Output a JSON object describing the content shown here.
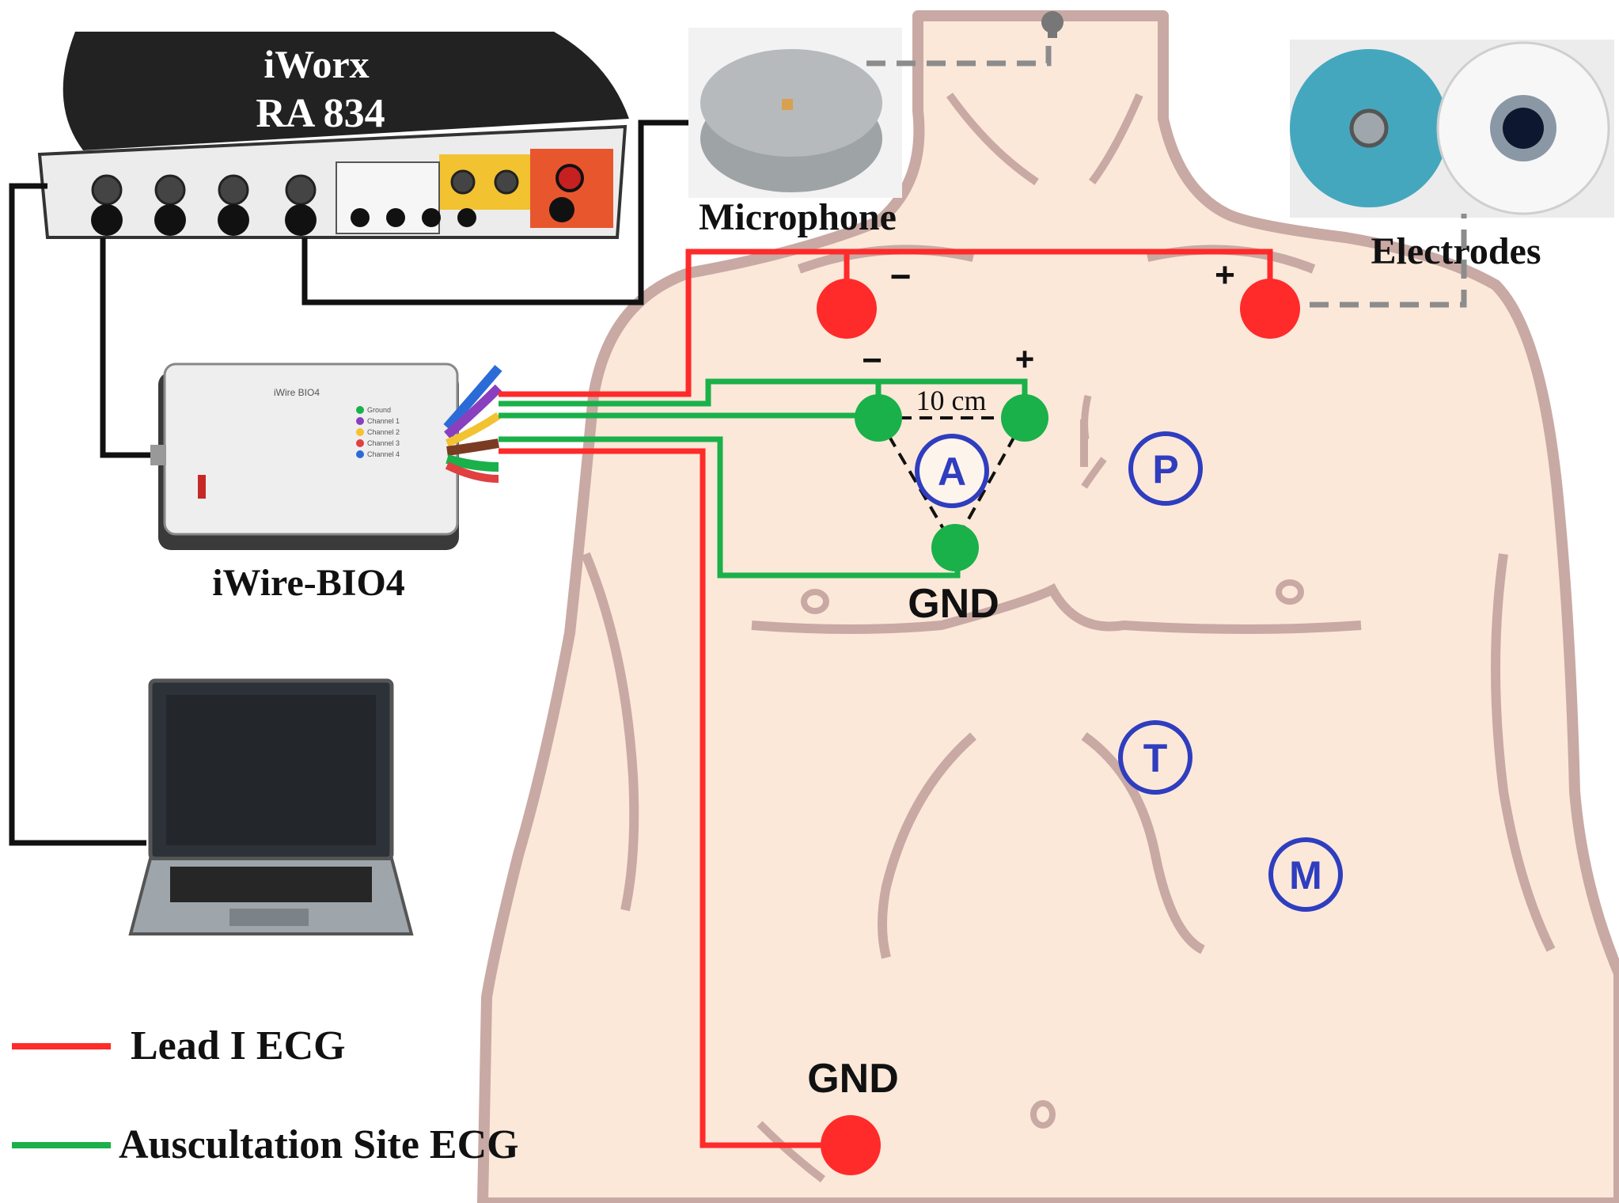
{
  "devices": {
    "daq_title_line1": "iWorx",
    "daq_title_line2": "RA 834",
    "amp_label": "iWire-BIO4",
    "amp_face_text": "iWire BIO4",
    "amp_legend": [
      "Ground",
      "Channel 1",
      "Channel 2",
      "Channel 3",
      "Channel 4"
    ],
    "microphone_label": "Microphone",
    "electrodes_label": "Electrodes"
  },
  "annotations": {
    "lead1_neg": "−",
    "lead1_pos": "+",
    "site_neg": "−",
    "site_pos": "+",
    "distance": "10 cm",
    "gnd_chest": "GND",
    "gnd_abdomen": "GND"
  },
  "auscultation_sites": {
    "aortic": "A",
    "pulmonic": "P",
    "tricuspid": "T",
    "mitral": "M"
  },
  "legend": {
    "lead1": "Lead I ECG",
    "site_ecg": "Auscultation Site ECG"
  },
  "colors": {
    "lead1": "#ff2a2a",
    "site_ecg": "#1ab04a",
    "site_circle": "#2f3dbf",
    "skin": "#fbe8d9",
    "body_outline": "#c9a9a4",
    "cable": "#111111",
    "dashed": "#8c8c8c"
  }
}
